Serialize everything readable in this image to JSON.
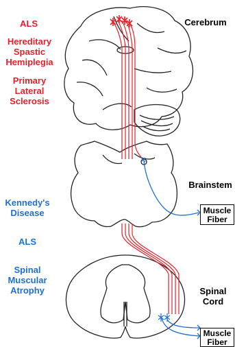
{
  "labels": {
    "als_top": "ALS",
    "hsp_line1": "Hereditary",
    "hsp_line2": "Spastic",
    "hsp_line3": "Hemiplegia",
    "pls_line1": "Primary",
    "pls_line2": "Lateral",
    "pls_line3": "Sclerosis",
    "kennedy_line1": "Kennedy's",
    "kennedy_line2": "Disease",
    "als_bottom": "ALS",
    "sma_line1": "Spinal",
    "sma_line2": "Muscular",
    "sma_line3": "Atrophy",
    "cerebrum": "Cerebrum",
    "brainstem": "Brainstem",
    "spinal_cord_line1": "Spinal",
    "spinal_cord_line2": "Cord",
    "muscle_fiber_1_line1": "Muscle",
    "muscle_fiber_1_line2": "Fiber",
    "muscle_fiber_2_line1": "Muscle",
    "muscle_fiber_2_line2": "Fiber"
  },
  "colors": {
    "upper_motor_neuron": "#e8202a",
    "lower_motor_neuron": "#1f6fd1",
    "outline": "#000000"
  }
}
